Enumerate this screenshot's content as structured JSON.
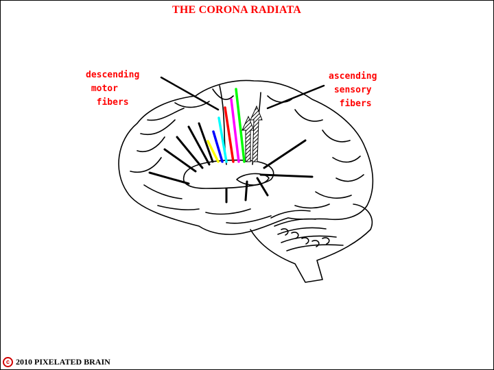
{
  "title": "THE CORONA RADIATA",
  "labels": {
    "descending": "descending\n motor\n  fibers",
    "ascending": "ascending\n sensory\n  fibers"
  },
  "footer": {
    "copyright_symbol": "c",
    "text": "2010  PIXELATED BRAIN"
  },
  "colors": {
    "label": "#ff0000",
    "fiber_yellow": "#ffff00",
    "fiber_blue": "#0000ff",
    "fiber_cyan": "#00ffff",
    "fiber_red": "#ff0000",
    "fiber_magenta": "#ff00ff",
    "fiber_green": "#00ff00"
  }
}
